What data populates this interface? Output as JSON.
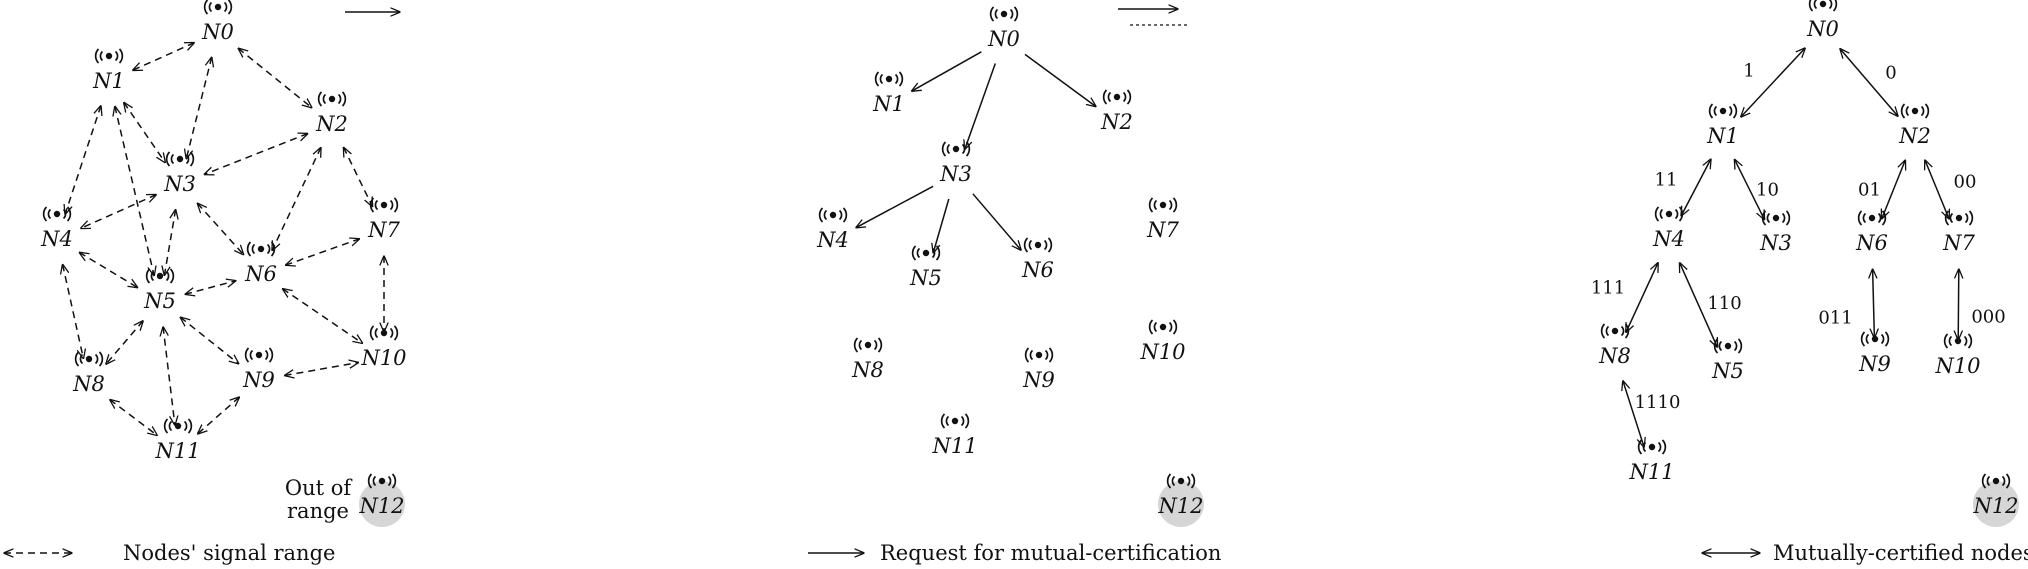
{
  "out_of_range": {
    "line1": "Out of",
    "line2": "range"
  },
  "panels": [
    {
      "id": "a",
      "nodes": [
        {
          "id": "n0",
          "label": "N0"
        },
        {
          "id": "n1",
          "label": "N1"
        },
        {
          "id": "n2",
          "label": "N2"
        },
        {
          "id": "n3",
          "label": "N3"
        },
        {
          "id": "n4",
          "label": "N4"
        },
        {
          "id": "n5",
          "label": "N5"
        },
        {
          "id": "n6",
          "label": "N6"
        },
        {
          "id": "n7",
          "label": "N7"
        },
        {
          "id": "n8",
          "label": "N8"
        },
        {
          "id": "n9",
          "label": "N9"
        },
        {
          "id": "n10",
          "label": "N10"
        },
        {
          "id": "n11",
          "label": "N11"
        },
        {
          "id": "n12",
          "label": "N12",
          "highlighted": true
        }
      ],
      "edges": [
        [
          "n0",
          "n1"
        ],
        [
          "n0",
          "n2"
        ],
        [
          "n0",
          "n3"
        ],
        [
          "n1",
          "n3"
        ],
        [
          "n1",
          "n4"
        ],
        [
          "n1",
          "n5"
        ],
        [
          "n2",
          "n3"
        ],
        [
          "n2",
          "n6"
        ],
        [
          "n2",
          "n7"
        ],
        [
          "n3",
          "n4"
        ],
        [
          "n3",
          "n5"
        ],
        [
          "n3",
          "n6"
        ],
        [
          "n4",
          "n5"
        ],
        [
          "n4",
          "n8"
        ],
        [
          "n5",
          "n6"
        ],
        [
          "n5",
          "n8"
        ],
        [
          "n5",
          "n9"
        ],
        [
          "n5",
          "n11"
        ],
        [
          "n6",
          "n7"
        ],
        [
          "n6",
          "n10"
        ],
        [
          "n7",
          "n10"
        ],
        [
          "n8",
          "n11"
        ],
        [
          "n9",
          "n11"
        ],
        [
          "n9",
          "n10"
        ]
      ],
      "edge_style": "dashed-bidirectional",
      "legend": "Nodes' signal range"
    },
    {
      "id": "b",
      "nodes": [
        {
          "id": "n0",
          "label": "N0"
        },
        {
          "id": "n1",
          "label": "N1"
        },
        {
          "id": "n2",
          "label": "N2"
        },
        {
          "id": "n3",
          "label": "N3"
        },
        {
          "id": "n4",
          "label": "N4"
        },
        {
          "id": "n5",
          "label": "N5"
        },
        {
          "id": "n6",
          "label": "N6"
        },
        {
          "id": "n7",
          "label": "N7"
        },
        {
          "id": "n8",
          "label": "N8"
        },
        {
          "id": "n9",
          "label": "N9"
        },
        {
          "id": "n10",
          "label": "N10"
        },
        {
          "id": "n11",
          "label": "N11"
        },
        {
          "id": "n12",
          "label": "N12",
          "highlighted": true
        }
      ],
      "edges": [
        [
          "n0",
          "n1"
        ],
        [
          "n0",
          "n2"
        ],
        [
          "n0",
          "n3"
        ],
        [
          "n3",
          "n4"
        ],
        [
          "n3",
          "n5"
        ],
        [
          "n3",
          "n6"
        ]
      ],
      "edge_style": "solid-directed",
      "legend": "Request for mutual-certification"
    },
    {
      "id": "c",
      "nodes": [
        {
          "id": "n0",
          "label": "N0"
        },
        {
          "id": "n1",
          "label": "N1"
        },
        {
          "id": "n2",
          "label": "N2"
        },
        {
          "id": "n3",
          "label": "N3"
        },
        {
          "id": "n4",
          "label": "N4"
        },
        {
          "id": "n5",
          "label": "N5"
        },
        {
          "id": "n6",
          "label": "N6"
        },
        {
          "id": "n7",
          "label": "N7"
        },
        {
          "id": "n8",
          "label": "N8"
        },
        {
          "id": "n9",
          "label": "N9"
        },
        {
          "id": "n10",
          "label": "N10"
        },
        {
          "id": "n11",
          "label": "N11"
        },
        {
          "id": "n12",
          "label": "N12",
          "highlighted": true
        }
      ],
      "edges": [
        [
          "n0",
          "n1",
          "1"
        ],
        [
          "n0",
          "n2",
          "0"
        ],
        [
          "n1",
          "n4",
          "11"
        ],
        [
          "n1",
          "n3",
          "10"
        ],
        [
          "n2",
          "n6",
          "01"
        ],
        [
          "n2",
          "n7",
          "00"
        ],
        [
          "n4",
          "n8",
          "111"
        ],
        [
          "n4",
          "n5",
          "110"
        ],
        [
          "n6",
          "n9",
          "011"
        ],
        [
          "n7",
          "n10",
          "000"
        ],
        [
          "n8",
          "n11",
          "1110"
        ]
      ],
      "edge_style": "solid-bidirectional",
      "legend": "Mutually-certified nodes"
    }
  ]
}
